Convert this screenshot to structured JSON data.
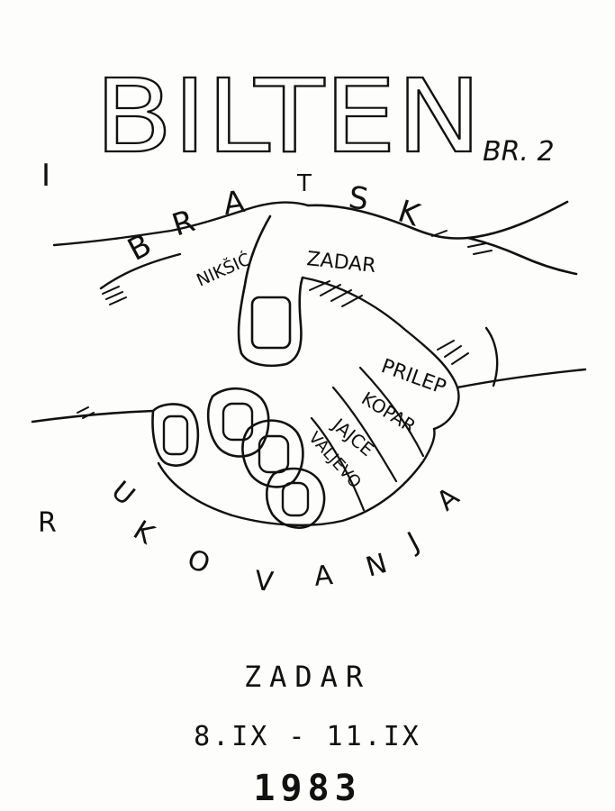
{
  "bulletin": {
    "title": "BILTEN",
    "issue": "BR. 2",
    "motto_top": [
      "B",
      "R",
      "A",
      "T",
      "S",
      "K",
      "I"
    ],
    "motto_bottom": [
      "R",
      "U",
      "K",
      "O",
      "V",
      "A",
      "N",
      "J",
      "A"
    ],
    "towns": [
      "NIKŠIĆ",
      "ZADAR",
      "PRILEP",
      "KOPAR",
      "JAJCE",
      "VALJEVO"
    ],
    "place": "ZADAR",
    "dates": "8.IX - 11.IX",
    "year": "1983"
  },
  "colors": {
    "ink": "#111111",
    "paper": "#fdfdfb"
  }
}
